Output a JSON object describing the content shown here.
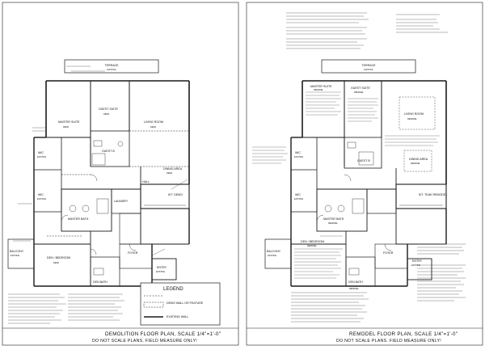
{
  "left_sheet": {
    "title": "DEMOLITION FLOOR PLAN, SCALE 1/4\"=1'-0\"",
    "subtitle": "DO NOT SCALE PLANS. FIELD MEASURE ONLY!",
    "rooms": {
      "terrace": "TERRACE",
      "terrace_status": "EXISTING",
      "master_suite": "MASTER SUITE",
      "master_suite_status": "DEMO",
      "guest_suite": "GUEST SUITE",
      "guest_suite_status": "DEMO",
      "living_room": "LIVING ROOM",
      "living_room_status": "DEMO",
      "guest_bath": "GUEST B",
      "wic_1": "WIC",
      "wic_1_status": "EXISTING",
      "wic_2": "WIC",
      "wic_2_status": "EXISTING",
      "dining": "DINING AREA",
      "dining_status": "DEMO",
      "master_bath": "MASTER BATH",
      "laundry": "LAUNDRY",
      "hall": "HALL",
      "kitchen": "KIT. DEMO",
      "balcony": "BALCONY",
      "balcony_status": "EXISTING",
      "den": "DEN / BEDROOM",
      "den_status": "DEMO",
      "den_bath": "DEN BATH",
      "foyer": "FOYER",
      "entry": "ENTRY",
      "entry_status": "EXISTING"
    },
    "legend": {
      "title": "LEGEND",
      "items": [
        "DEMO WALL OR FEATURE",
        "EXISTING WALL"
      ]
    }
  },
  "right_sheet": {
    "title": "REMODEL FLOOR PLAN, SCALE 1/4\"=1'-0\"",
    "subtitle": "DO NOT SCALE PLANS. FIELD MEASURE ONLY!",
    "rooms": {
      "terrace": "TERRACE",
      "terrace_status": "EXISTING",
      "master_suite": "MASTER SUITE",
      "master_suite_status": "REMODEL",
      "guest_suite": "GUEST SUITE",
      "guest_suite_status": "REMODEL",
      "living_room": "LIVING ROOM",
      "living_room_status": "REMODEL",
      "guest_bath": "GUEST B",
      "wic_1": "WIC",
      "wic_1_status": "EXISTING",
      "wic_2": "WIC",
      "wic_2_status": "EXISTING",
      "dining": "DINING AREA",
      "dining_status": "REMODEL",
      "master_bath": "MASTER BATH",
      "master_bath_status": "REMODEL",
      "kitchen": "KIT. TEAK REMODEL",
      "balcony": "BALCONY",
      "balcony_status": "EXISTING",
      "den": "DEN / BEDROOM",
      "den_status": "REMODEL",
      "den_bath": "DEN BATH",
      "den_bath_status": "REMODEL",
      "foyer": "FOYER",
      "entry": "ENTRY",
      "entry_status": "EXISTING"
    }
  },
  "colors": {
    "line": "#1a1a1a",
    "paper": "#ffffff",
    "frame": "#c8c8c8"
  }
}
